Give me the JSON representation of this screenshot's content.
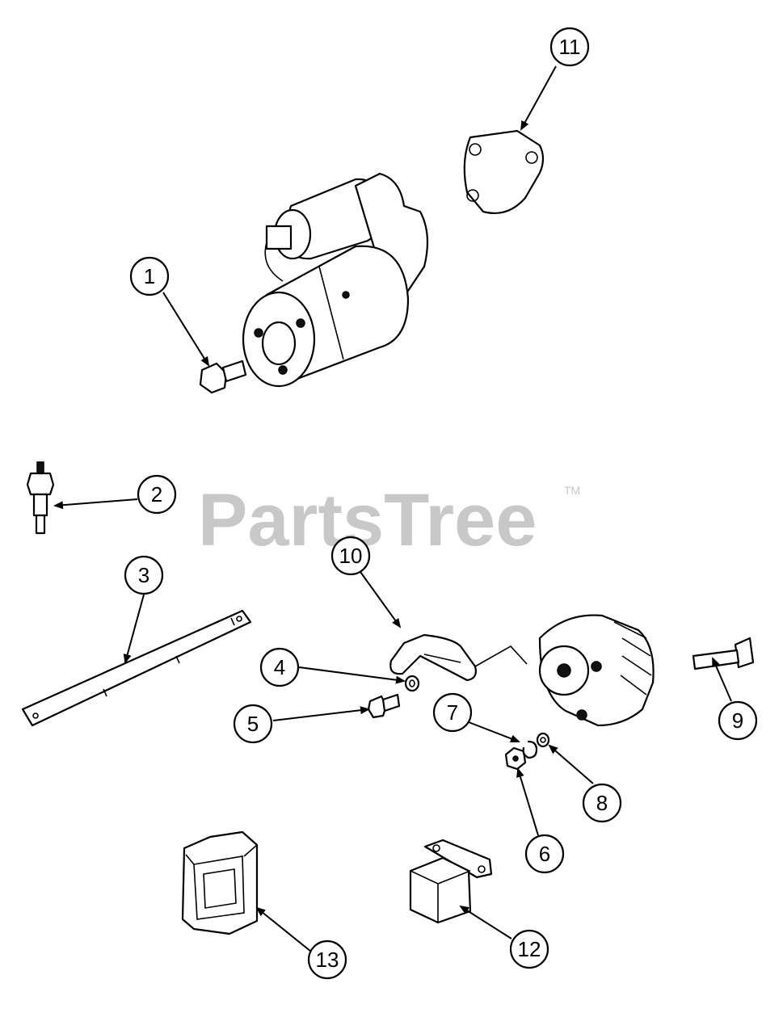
{
  "watermark": {
    "brand": "PartsTree",
    "trademark": "TM"
  },
  "callouts": [
    {
      "id": "1",
      "label": "1"
    },
    {
      "id": "2",
      "label": "2"
    },
    {
      "id": "3",
      "label": "3"
    },
    {
      "id": "4",
      "label": "4"
    },
    {
      "id": "5",
      "label": "5"
    },
    {
      "id": "6",
      "label": "6"
    },
    {
      "id": "7",
      "label": "7"
    },
    {
      "id": "8",
      "label": "8"
    },
    {
      "id": "9",
      "label": "9"
    },
    {
      "id": "10",
      "label": "10"
    },
    {
      "id": "11",
      "label": "11"
    },
    {
      "id": "12",
      "label": "12"
    },
    {
      "id": "13",
      "label": "13"
    }
  ]
}
